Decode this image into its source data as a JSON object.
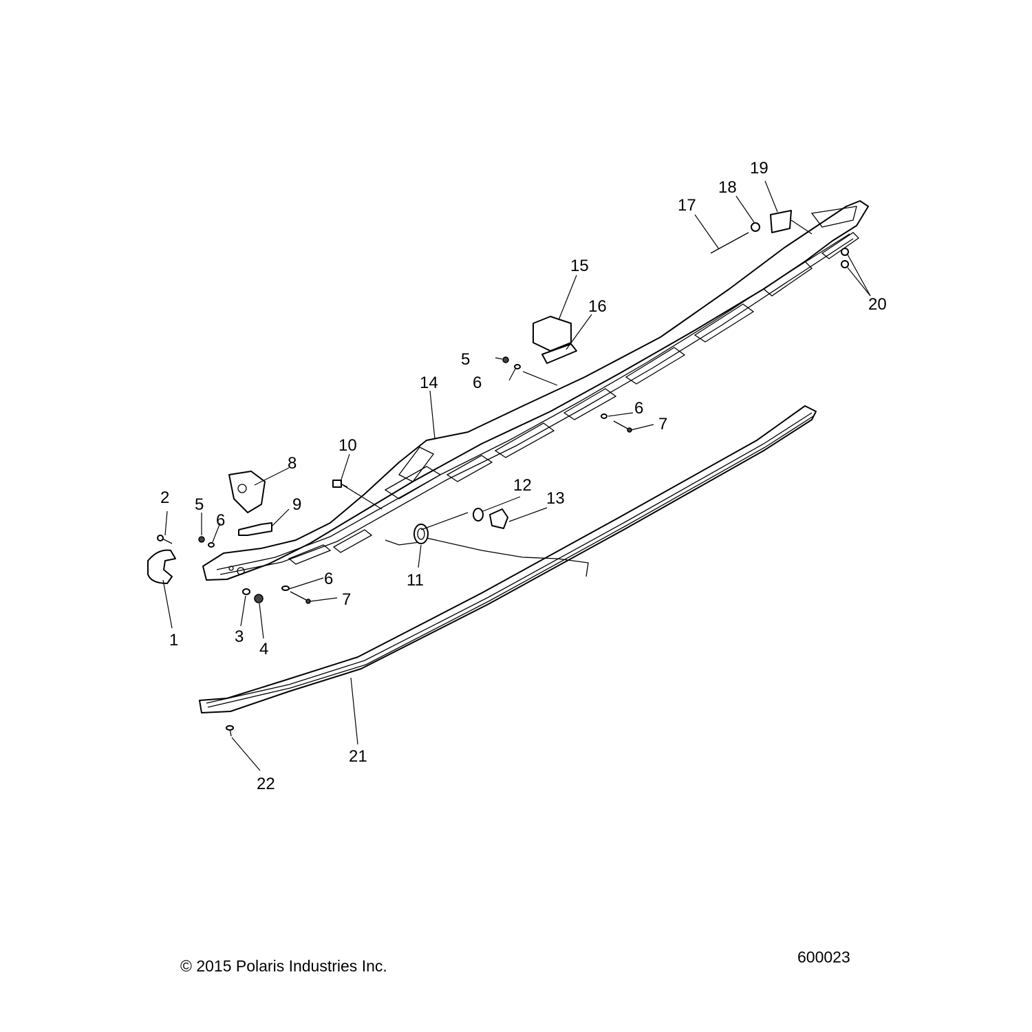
{
  "diagram": {
    "callouts": [
      "1",
      "2",
      "3",
      "4",
      "5",
      "5",
      "6",
      "6",
      "6",
      "6",
      "7",
      "7",
      "8",
      "9",
      "10",
      "11",
      "12",
      "13",
      "14",
      "15",
      "16",
      "17",
      "18",
      "19",
      "20",
      "21",
      "22"
    ]
  },
  "footer": {
    "copyright": "© 2015 Polaris Industries Inc.",
    "figure_number": "600023"
  }
}
